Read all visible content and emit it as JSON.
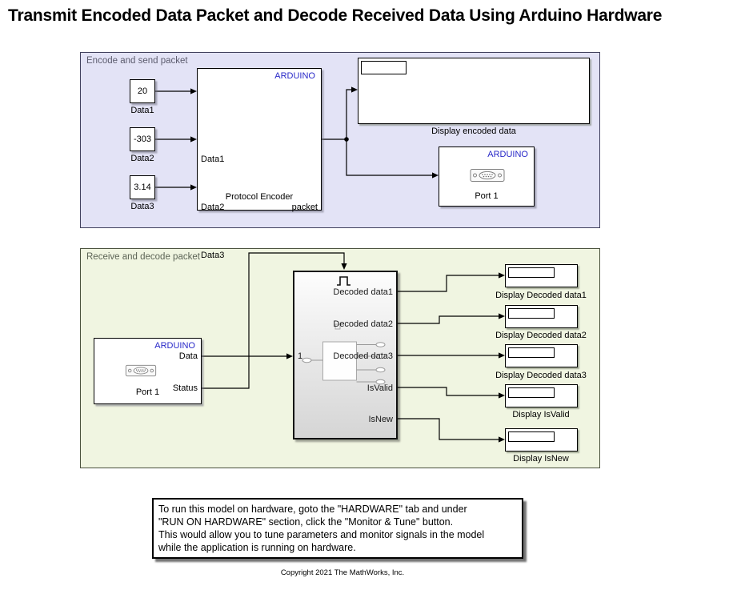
{
  "title": "Transmit Encoded Data Packet and Decode Received Data Using Arduino Hardware",
  "colors": {
    "arduino_brand": "#2828C8",
    "encode_area_bg": "#E3E3F6",
    "decode_area_bg": "#F0F5E1",
    "block_border": "#000000"
  },
  "encode": {
    "area_label": "Encode and send packet",
    "constants": [
      {
        "value": "20",
        "label": "Data1"
      },
      {
        "value": "-303",
        "label": "Data2"
      },
      {
        "value": "3.14",
        "label": "Data3"
      }
    ],
    "encoder": {
      "brand": "ARDUINO",
      "inputs": [
        "Data1",
        "Data2",
        "Data3"
      ],
      "output": "packet",
      "name": "Protocol Encoder"
    },
    "display_label": "Display encoded data",
    "serial_tx": {
      "brand": "ARDUINO",
      "name": "Port 1"
    }
  },
  "receive": {
    "area_label": "Receive and decode packet",
    "serial_rx": {
      "brand": "ARDUINO",
      "outputs": [
        "Data",
        "Status"
      ],
      "name": "Port 1"
    },
    "subsystem": {
      "input_port": "1",
      "outputs": [
        "Decoded data1",
        "Decoded data2",
        "Decoded data3",
        "IsValid",
        "IsNew"
      ]
    },
    "displays": [
      {
        "label": "Display Decoded data1"
      },
      {
        "label": "Display Decoded data2"
      },
      {
        "label": "Display Decoded data3"
      },
      {
        "label": "Display IsValid"
      },
      {
        "label": "Display IsNew"
      }
    ]
  },
  "note": {
    "lines": [
      "To run this model on hardware, goto the \"HARDWARE\" tab and under",
      "\"RUN ON HARDWARE\" section, click the \"Monitor & Tune\" button.",
      "This would allow you to tune parameters and monitor signals in the model",
      "while the application is running on hardware."
    ]
  },
  "copyright": "Copyright 2021 The MathWorks, Inc."
}
